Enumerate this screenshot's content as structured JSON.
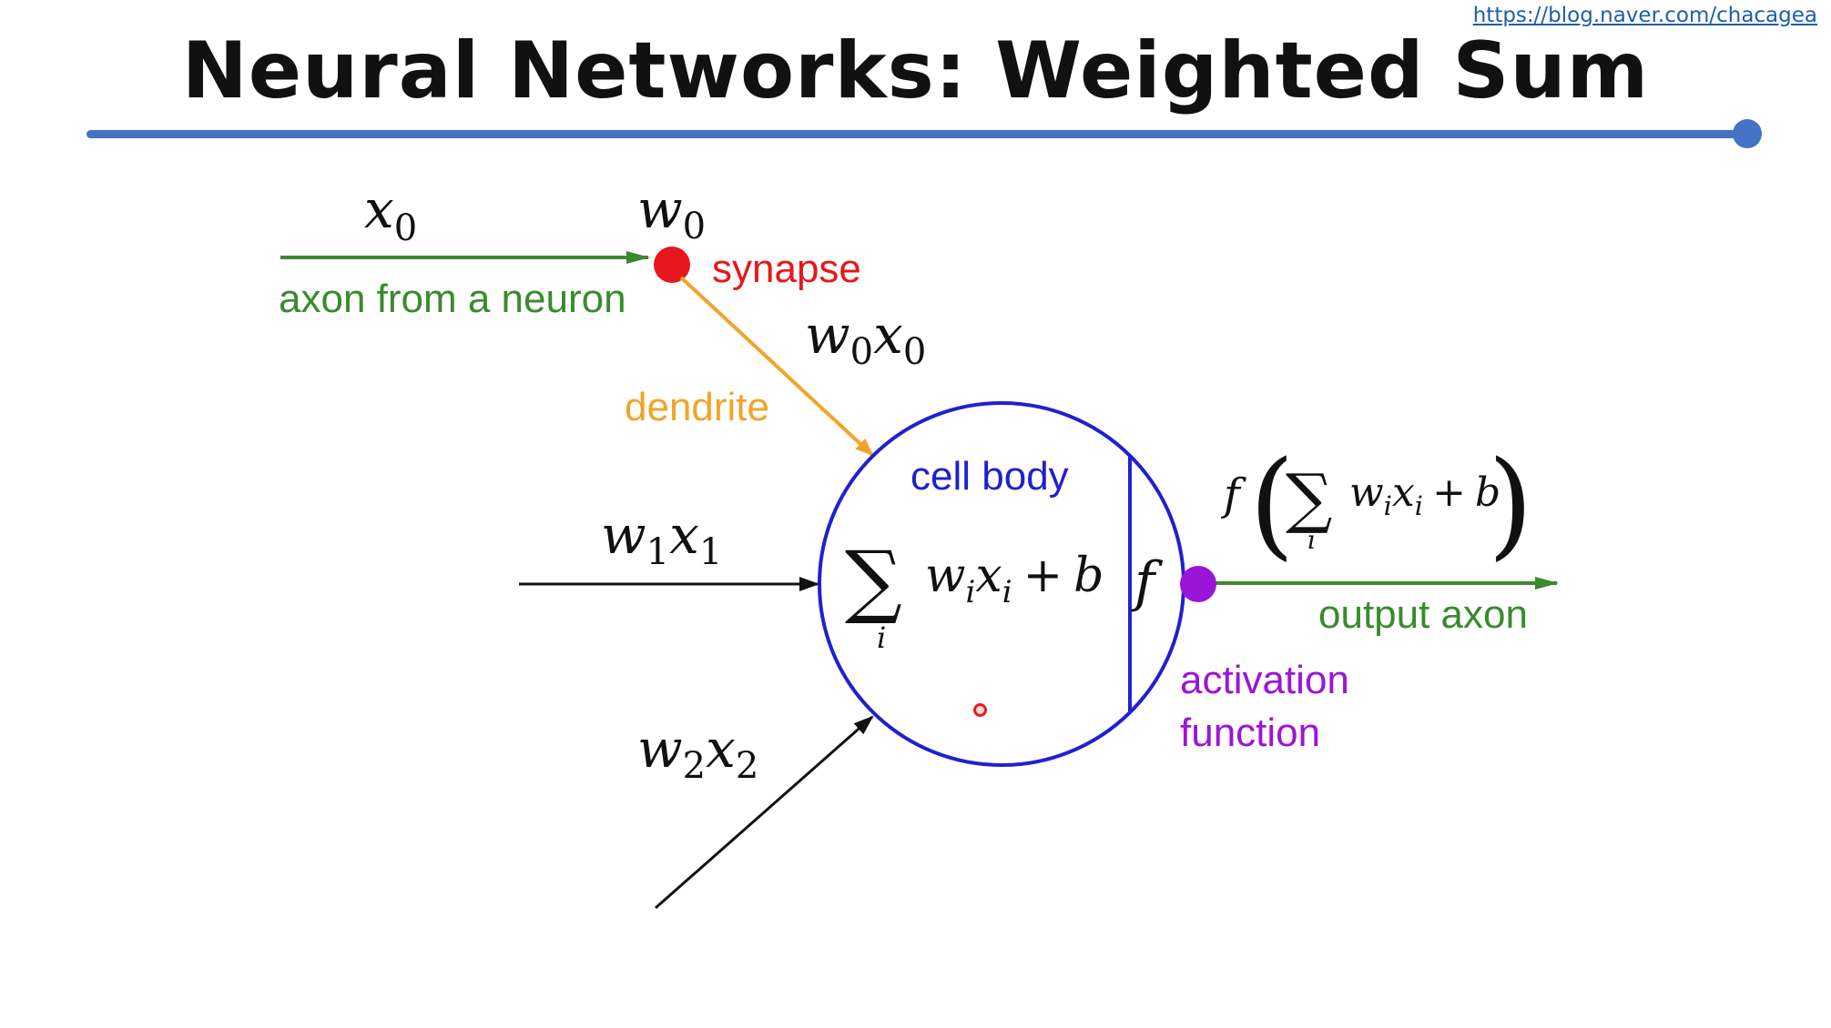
{
  "header": {
    "source_link": "https://blog.naver.com/chacagea",
    "title": "Neural Networks: Weighted Sum",
    "rule_color": "#4472c4"
  },
  "diagram": {
    "colors": {
      "axon": "#3a8a2e",
      "synapse": "#e8171b",
      "dendrite": "#f2a42a",
      "cell": "#2020d0",
      "activation": "#9b15d8",
      "input": "#111111"
    },
    "labels": {
      "x0": "x",
      "x0_sub": "0",
      "w0": "w",
      "w0_sub": "0",
      "axon_from_neuron": "axon from a neuron",
      "synapse": "synapse",
      "w0x0_w": "w",
      "w0x0_w_sub": "0",
      "w0x0_x": "x",
      "w0x0_x_sub": "0",
      "dendrite": "dendrite",
      "cell_body": "cell body",
      "w1x1_w": "w",
      "w1x1_w_sub": "1",
      "w1x1_x": "x",
      "w1x1_x_sub": "1",
      "w2x2_w": "w",
      "w2x2_w_sub": "2",
      "w2x2_x": "x",
      "w2x2_x_sub": "2",
      "sum_symbol": "∑",
      "sum_index": "i",
      "sum_w": "w",
      "sum_w_sub": "i",
      "sum_x": "x",
      "sum_x_sub": "i",
      "sum_plus": "+",
      "sum_b": "b",
      "f": "f",
      "output_f": "f",
      "output_lparen": "(",
      "output_rparen": ")",
      "output_axon": "output axon",
      "activation_line1": "activation",
      "activation_line2": "function"
    }
  }
}
